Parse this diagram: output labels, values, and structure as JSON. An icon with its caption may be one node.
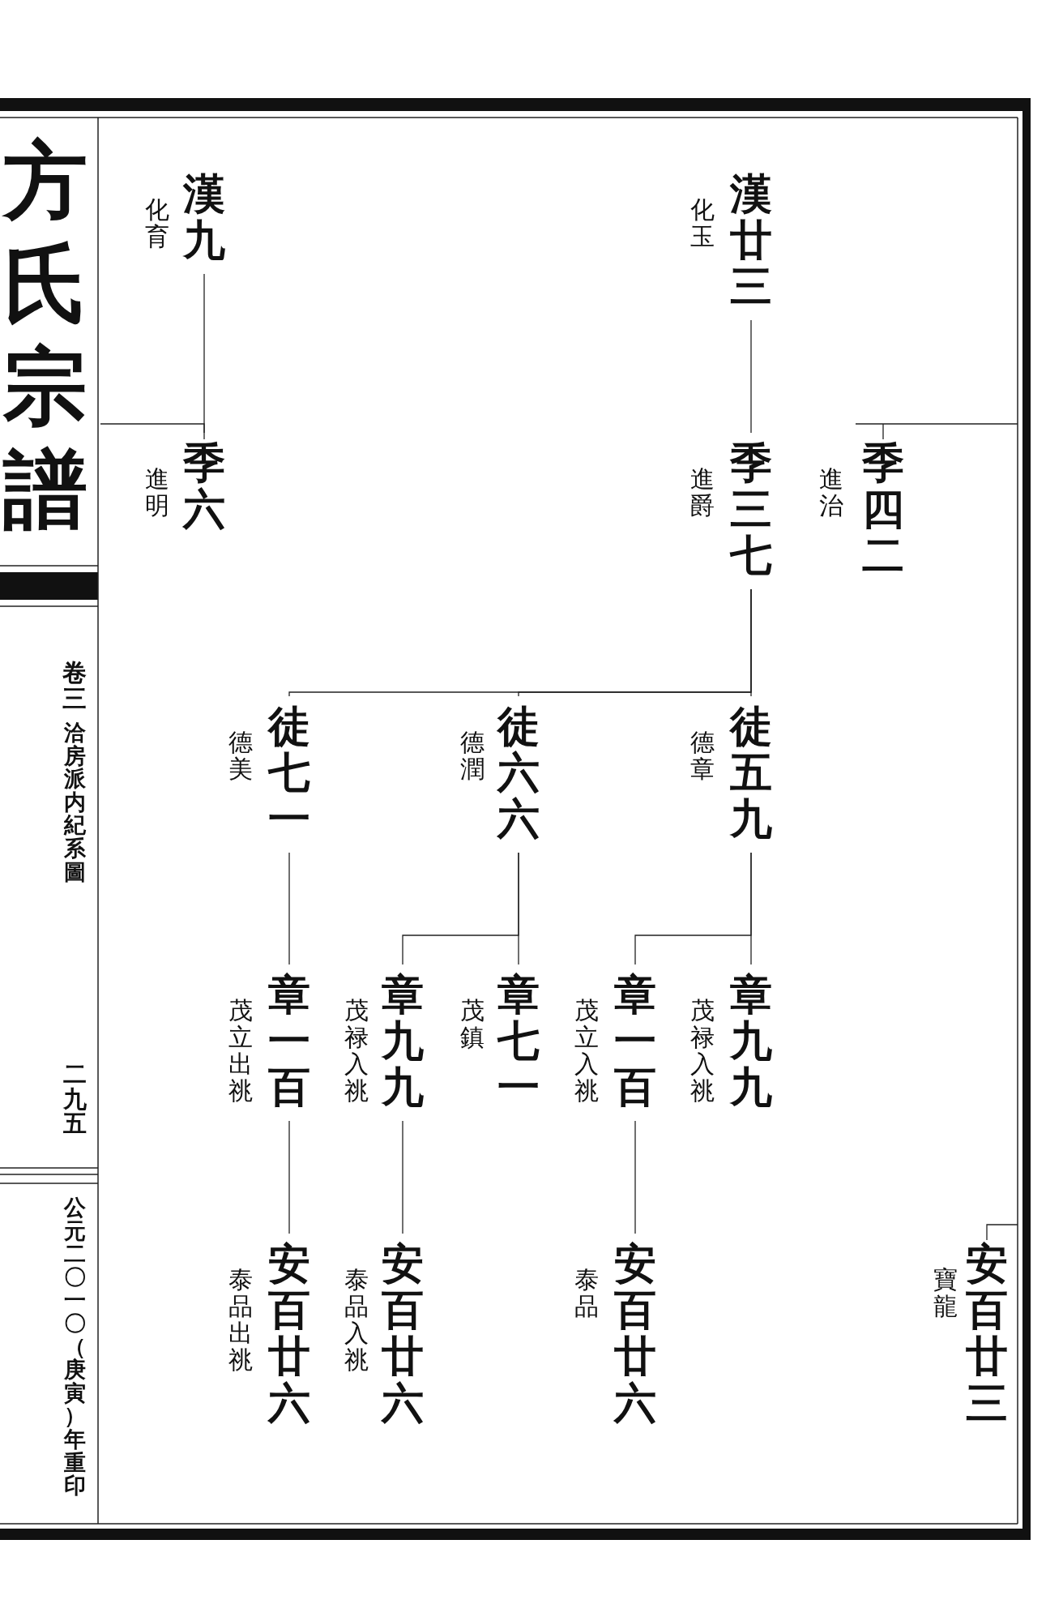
{
  "diagram": {
    "title": "方氏宗譜",
    "nodes": [
      {
        "text": [
          "化玉",
          "漢廿三"
        ]
      },
      {
        "text": [
          "化育",
          "漢九"
        ]
      },
      {
        "text": [
          "進治",
          "季四二"
        ]
      },
      {
        "text": [
          "進爵",
          "季三七"
        ]
      },
      {
        "text": [
          "進明",
          "季六"
        ]
      },
      {
        "text": [
          "德章",
          "徒五九"
        ]
      },
      {
        "text": [
          "德潤",
          "徒六六"
        ]
      },
      {
        "text": [
          "德美",
          "徒七一"
        ]
      },
      {
        "text": [
          "茂禄入祧",
          "章九九"
        ]
      },
      {
        "text": [
          "茂立入祧",
          "章一百"
        ]
      },
      {
        "text": [
          "茂鎮",
          "章七一"
        ]
      },
      {
        "text": [
          "茂禄入祧",
          "章九九"
        ]
      },
      {
        "text": [
          "茂立出祧",
          "章一百"
        ]
      },
      {
        "text": [
          "寶龍",
          "安百廿三"
        ]
      },
      {
        "text": [
          "泰品",
          "安百廿六"
        ]
      },
      {
        "text": [
          "泰品入祧",
          "安百廿六"
        ]
      },
      {
        "text": [
          "泰品出祧",
          "安百廿六"
        ]
      }
    ],
    "edges": [
      {
        "from": 0,
        "to": 3,
        "arrow": "none"
      },
      {
        "from": 1,
        "to": 4,
        "arrow": "none"
      },
      {
        "from": null,
        "to": 4,
        "arrow": "none"
      },
      {
        "from": null,
        "to": 2,
        "arrow": "none"
      },
      {
        "from": 3,
        "to": 5,
        "arrow": "none"
      },
      {
        "from": 3,
        "to": 6,
        "arrow": "none"
      },
      {
        "from": 3,
        "to": 7,
        "arrow": "none"
      },
      {
        "from": 5,
        "to": 8,
        "arrow": "none"
      },
      {
        "from": 5,
        "to": 9,
        "arrow": "none"
      },
      {
        "from": 6,
        "to": 10,
        "arrow": "none"
      },
      {
        "from": 6,
        "to": 11,
        "arrow": "none"
      },
      {
        "from": 7,
        "to": 12,
        "arrow": "none"
      },
      {
        "from": null,
        "to": 13,
        "arrow": "none"
      },
      {
        "from": 9,
        "to": 14,
        "arrow": "none"
      },
      {
        "from": 11,
        "to": 15,
        "arrow": "none"
      },
      {
        "from": 12,
        "to": 16,
        "arrow": "none"
      }
    ],
    "labels": [
      "卷三",
      "洽房派内紀系圖",
      "二九五",
      "公元二〇一〇（庚寅）年重印"
    ]
  }
}
